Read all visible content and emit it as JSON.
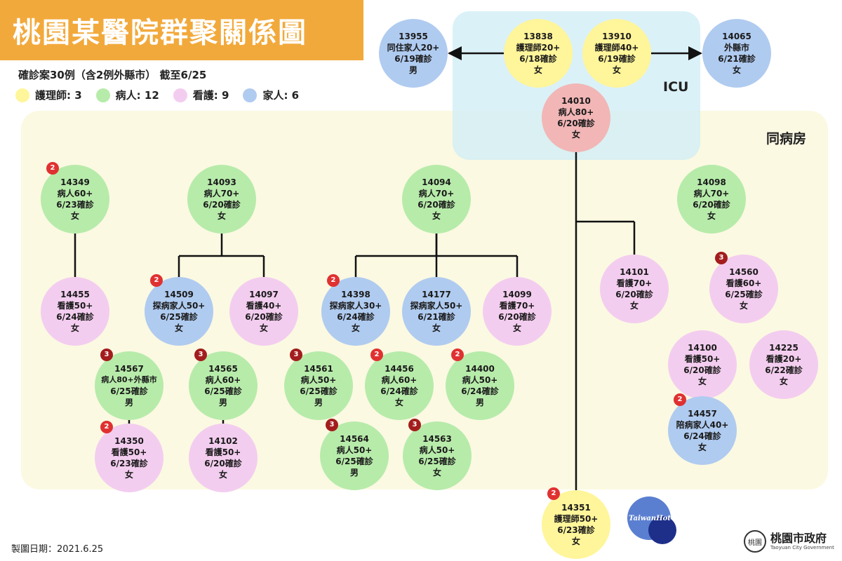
{
  "title": "桃園某醫院群聚關係圖",
  "summary": "確診案30例（含2例外縣市） 截至6/25",
  "colors": {
    "nurse": "#fff59a",
    "patient": "#b7ebaa",
    "caregiver": "#f3cdef",
    "family": "#b0cbf0",
    "index": "#f2b6b6",
    "title_bg": "#f2a93b",
    "badge_2": "#e03131",
    "badge_3": "#a31d1d"
  },
  "legend": [
    {
      "type": "nurse",
      "label": "護理師: 3"
    },
    {
      "type": "patient",
      "label": "病人: 12"
    },
    {
      "type": "caregiver",
      "label": "看護: 9"
    },
    {
      "type": "family",
      "label": "家人: 6"
    }
  ],
  "zones": {
    "icu": "ICU",
    "ward": "同病房"
  },
  "nodes": [
    {
      "id": "13955",
      "type": "family",
      "lines": [
        "13955",
        "同住家人20+",
        "6/19確診",
        "男"
      ]
    },
    {
      "id": "13838",
      "type": "nurse",
      "lines": [
        "13838",
        "護理師20+",
        "6/18確診",
        "女"
      ]
    },
    {
      "id": "13910",
      "type": "nurse",
      "lines": [
        "13910",
        "護理師40+",
        "6/19確診",
        "女"
      ]
    },
    {
      "id": "14065",
      "type": "family",
      "lines": [
        "14065",
        "外縣市",
        "6/21確診",
        "女"
      ]
    },
    {
      "id": "14010",
      "type": "index",
      "lines": [
        "14010",
        "病人80+",
        "6/20確診",
        "女"
      ]
    },
    {
      "id": "14349",
      "type": "patient",
      "badge": "2",
      "lines": [
        "14349",
        "病人60+",
        "6/23確診",
        "女"
      ]
    },
    {
      "id": "14093",
      "type": "patient",
      "lines": [
        "14093",
        "病人70+",
        "6/20確診",
        "女"
      ]
    },
    {
      "id": "14094",
      "type": "patient",
      "lines": [
        "14094",
        "病人70+",
        "6/20確診",
        "女"
      ]
    },
    {
      "id": "14098",
      "type": "patient",
      "lines": [
        "14098",
        "病人70+",
        "6/20確診",
        "女"
      ]
    },
    {
      "id": "14455",
      "type": "caregiver",
      "lines": [
        "14455",
        "看護50+",
        "6/24確診",
        "女"
      ]
    },
    {
      "id": "14509",
      "type": "family",
      "badge": "2",
      "lines": [
        "14509",
        "探病家人50+",
        "6/25確診",
        "女"
      ]
    },
    {
      "id": "14097",
      "type": "caregiver",
      "lines": [
        "14097",
        "看護40+",
        "6/20確診",
        "女"
      ]
    },
    {
      "id": "14398",
      "type": "family",
      "badge": "2",
      "lines": [
        "14398",
        "探病家人30+",
        "6/24確診",
        "女"
      ]
    },
    {
      "id": "14177",
      "type": "family",
      "lines": [
        "14177",
        "探病家人50+",
        "6/21確診",
        "女"
      ]
    },
    {
      "id": "14099",
      "type": "caregiver",
      "lines": [
        "14099",
        "看護70+",
        "6/20確診",
        "女"
      ]
    },
    {
      "id": "14101",
      "type": "caregiver",
      "lines": [
        "14101",
        "看護70+",
        "6/20確診",
        "女"
      ]
    },
    {
      "id": "14560",
      "type": "caregiver",
      "badge": "3",
      "lines": [
        "14560",
        "看護60+",
        "6/25確診",
        "女"
      ]
    },
    {
      "id": "14567",
      "type": "patient",
      "badge": "3",
      "lines": [
        "14567",
        "病人80+外縣市",
        "6/25確診",
        "男"
      ]
    },
    {
      "id": "14565",
      "type": "patient",
      "badge": "3",
      "lines": [
        "14565",
        "病人60+",
        "6/25確診",
        "男"
      ]
    },
    {
      "id": "14561",
      "type": "patient",
      "badge": "3",
      "lines": [
        "14561",
        "病人50+",
        "6/25確診",
        "男"
      ]
    },
    {
      "id": "14456",
      "type": "patient",
      "badge": "2",
      "lines": [
        "14456",
        "病人60+",
        "6/24確診",
        "女"
      ]
    },
    {
      "id": "14400",
      "type": "patient",
      "badge": "2",
      "lines": [
        "14400",
        "病人50+",
        "6/24確診",
        "男"
      ]
    },
    {
      "id": "14100",
      "type": "caregiver",
      "lines": [
        "14100",
        "看護50+",
        "6/20確診",
        "女"
      ]
    },
    {
      "id": "14225",
      "type": "caregiver",
      "lines": [
        "14225",
        "看護20+",
        "6/22確診",
        "女"
      ]
    },
    {
      "id": "14350",
      "type": "caregiver",
      "badge": "2",
      "lines": [
        "14350",
        "看護50+",
        "6/23確診",
        "女"
      ]
    },
    {
      "id": "14102",
      "type": "caregiver",
      "lines": [
        "14102",
        "看護50+",
        "6/20確診",
        "女"
      ]
    },
    {
      "id": "14564",
      "type": "patient",
      "badge": "3",
      "lines": [
        "14564",
        "病人50+",
        "6/25確診",
        "男"
      ]
    },
    {
      "id": "14563",
      "type": "patient",
      "badge": "3",
      "lines": [
        "14563",
        "病人50+",
        "6/25確診",
        "女"
      ]
    },
    {
      "id": "14457",
      "type": "family",
      "badge": "2",
      "lines": [
        "14457",
        "陪病家人40+",
        "6/24確診",
        "女"
      ]
    },
    {
      "id": "14351",
      "type": "nurse",
      "badge": "2",
      "lines": [
        "14351",
        "護理師50+",
        "6/23確診",
        "女"
      ]
    }
  ],
  "links": [
    {
      "from": "13838",
      "to": "13955",
      "arrow": true
    },
    {
      "from": "13910",
      "to": "14065",
      "arrow": true
    },
    {
      "from": "14349",
      "to": "14455"
    },
    {
      "from": "14093",
      "to": "14509"
    },
    {
      "from": "14093",
      "to": "14097"
    },
    {
      "from": "14094",
      "to": "14398"
    },
    {
      "from": "14094",
      "to": "14177"
    },
    {
      "from": "14094",
      "to": "14099"
    },
    {
      "from": "14010",
      "to": "14101"
    },
    {
      "from": "14010",
      "to": "14351"
    },
    {
      "from": "14567",
      "to": "14350"
    },
    {
      "from": "14565",
      "to": "14102"
    }
  ],
  "footer": {
    "date": "製圖日期：2021.6.25",
    "watermark": "TaiwanHot",
    "seal": "桃園",
    "gov_name": "桃園市政府",
    "gov_en": "Taoyuan City Government"
  }
}
